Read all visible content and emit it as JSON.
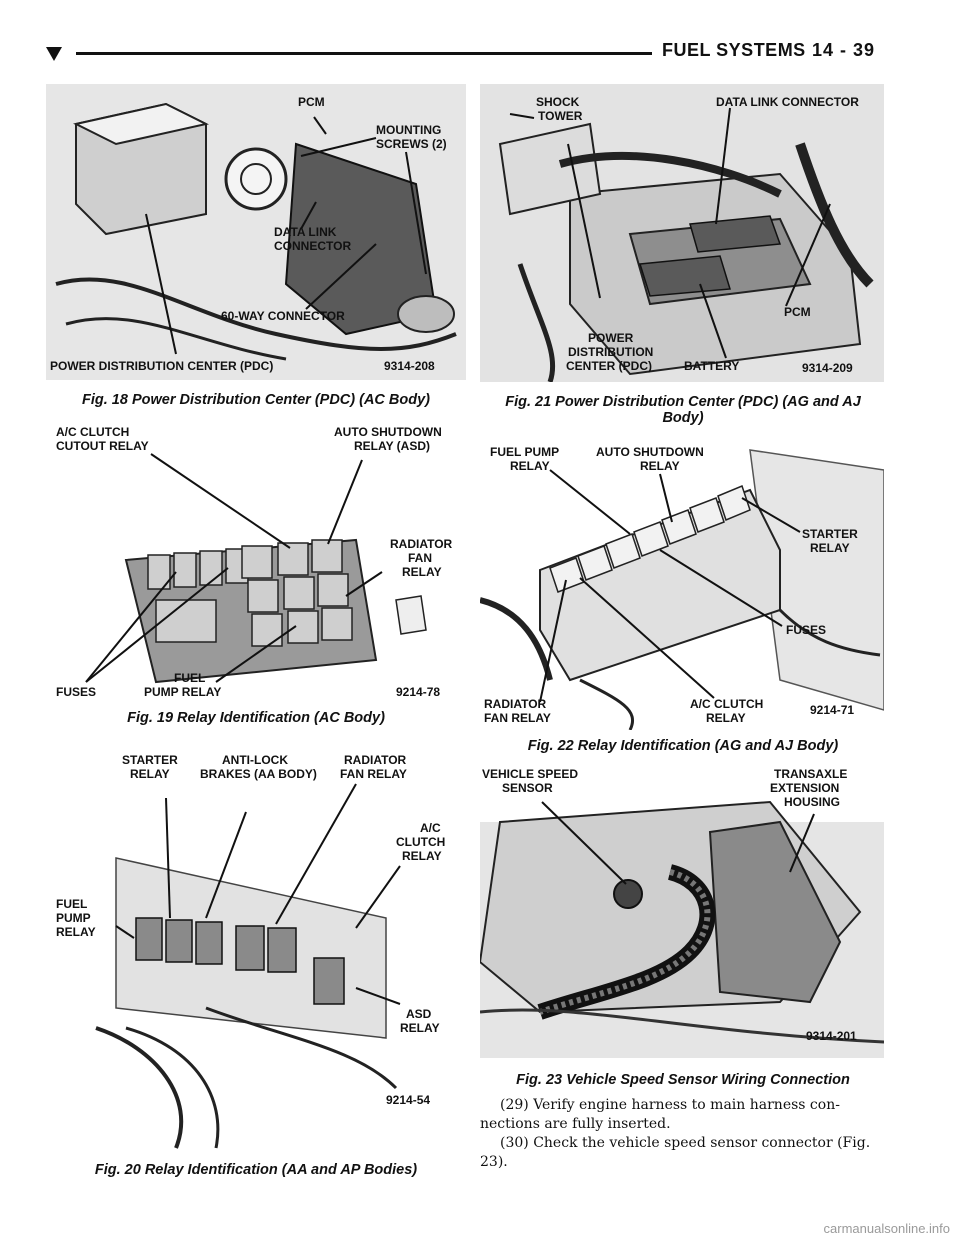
{
  "header": {
    "title": "FUEL SYSTEMS",
    "page": "14 - 39"
  },
  "figures": {
    "fig18": {
      "caption": "Fig. 18 Power Distribution Center (PDC) (AC Body)",
      "code": "9314-208",
      "labels": {
        "pcm": "PCM",
        "mount1": "MOUNTING",
        "mount2": "SCREWS (2)",
        "dlc1": "DATA LINK",
        "dlc2": "CONNECTOR",
        "way60": "60-WAY CONNECTOR",
        "pdc": "POWER DISTRIBUTION CENTER (PDC)"
      }
    },
    "fig19": {
      "caption": "Fig. 19 Relay Identification (AC Body)",
      "code": "9214-78",
      "labels": {
        "ac1": "A/C CLUTCH",
        "ac2": "CUTOUT RELAY",
        "asd1": "AUTO SHUTDOWN",
        "asd2": "RELAY (ASD)",
        "rad1": "RADIATOR",
        "rad2": "FAN",
        "rad3": "RELAY",
        "fuses": "FUSES",
        "fuel1": "FUEL",
        "fuel2": "PUMP RELAY"
      }
    },
    "fig20": {
      "caption": "Fig. 20 Relay Identification (AA and AP Bodies)",
      "code": "9214-54",
      "labels": {
        "st1": "STARTER",
        "st2": "RELAY",
        "abs1": "ANTI-LOCK",
        "abs2": "BRAKES (AA BODY)",
        "rad1": "RADIATOR",
        "rad2": "FAN  RELAY",
        "ac1": "A/C",
        "ac2": "CLUTCH",
        "ac3": "RELAY",
        "fp1": "FUEL",
        "fp2": "PUMP",
        "fp3": "RELAY",
        "asd1": "ASD",
        "asd2": "RELAY"
      }
    },
    "fig21": {
      "caption1": "Fig. 21 Power Distribution Center (PDC) (AG and AJ",
      "caption2": "Body)",
      "code": "9314-209",
      "labels": {
        "sh1": "SHOCK",
        "sh2": "TOWER",
        "dlc": "DATA LINK CONNECTOR",
        "pcm": "PCM",
        "pdc1": "POWER",
        "pdc2": "DISTRIBUTION",
        "pdc3": "CENTER (PDC)",
        "battery": "BATTERY"
      }
    },
    "fig22": {
      "caption": "Fig. 22 Relay Identification (AG and AJ Body)",
      "code": "9214-71",
      "labels": {
        "fp1": "FUEL PUMP",
        "fp2": "RELAY",
        "asd1": "AUTO SHUTDOWN",
        "asd2": "RELAY",
        "st1": "STARTER",
        "st2": "RELAY",
        "fuses": "FUSES",
        "rad1": "RADIATOR",
        "rad2": "FAN  RELAY",
        "ac1": "A/C CLUTCH",
        "ac2": "RELAY"
      }
    },
    "fig23": {
      "caption": "Fig. 23 Vehicle Speed Sensor Wiring Connection",
      "code": "9314-201",
      "labels": {
        "vss1": "VEHICLE SPEED",
        "vss2": "SENSOR",
        "tx1": "TRANSAXLE",
        "tx2": "EXTENSION",
        "tx3": "HOUSING"
      }
    }
  },
  "body": {
    "p29": "(29) Verify engine harness to main harness con- nections are fully inserted.",
    "p30": "(30) Check the vehicle speed sensor connector (Fig. 23)."
  },
  "footer": {
    "watermark": "carmanualsonline.info"
  }
}
